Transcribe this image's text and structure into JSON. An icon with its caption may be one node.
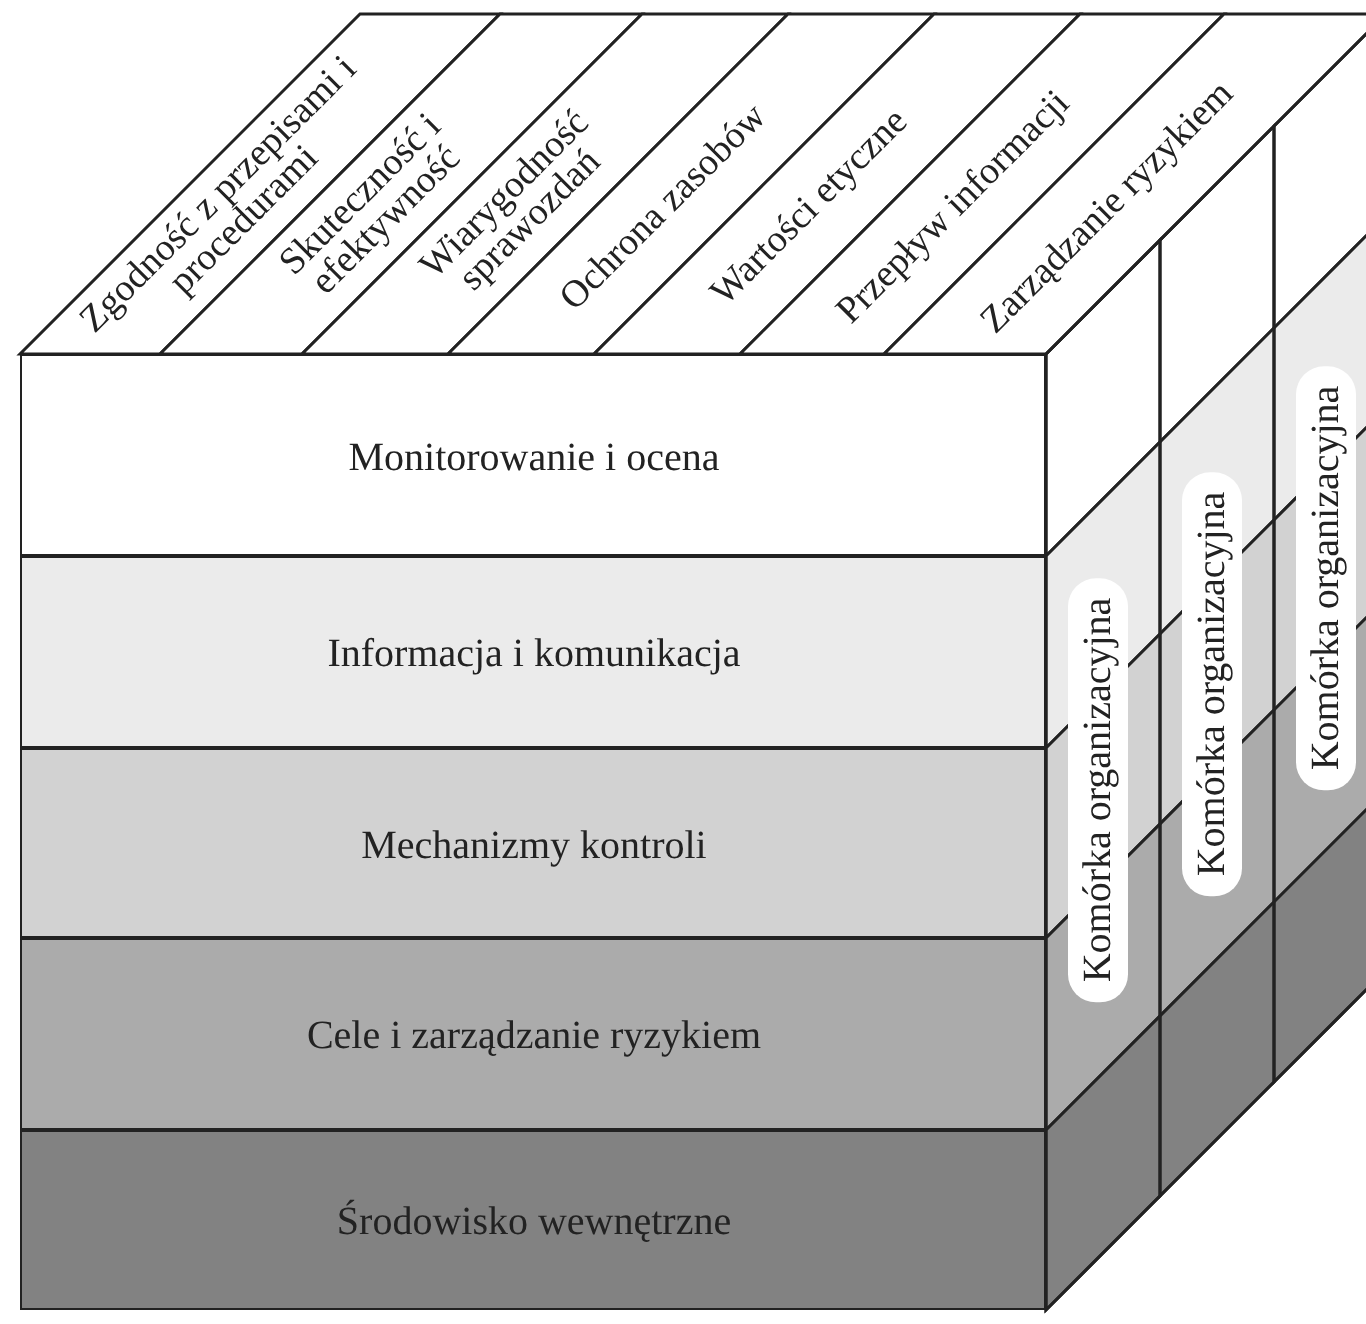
{
  "diagram": {
    "nodes": [
      {
        "text": [
          "Zgodność z przepisami i procedurami"
        ]
      },
      {
        "text": [
          "Skuteczność i efektywność"
        ]
      },
      {
        "text": [
          "Wiarygodność sprawozdań"
        ]
      },
      {
        "text": [
          "Ochrona zasobów"
        ]
      },
      {
        "text": [
          "Wartości etyczne"
        ]
      },
      {
        "text": [
          "Przepływ informacji"
        ]
      },
      {
        "text": [
          "Zarządzanie ryzykiem"
        ]
      },
      {
        "text": [
          "Monitorowanie i ocena"
        ]
      },
      {
        "text": [
          "Informacja i komunikacja"
        ]
      },
      {
        "text": [
          "Mechanizmy kontroli"
        ]
      },
      {
        "text": [
          "Cele i zarządzanie ryzykiem"
        ]
      },
      {
        "text": [
          "Środowisko wewnętrzne"
        ]
      },
      {
        "text": [
          "Komórka organizacyjna"
        ]
      },
      {
        "text": [
          "Komórka organizacyjna"
        ]
      },
      {
        "text": [
          "Komórka organizacyjna"
        ]
      }
    ],
    "edges": []
  }
}
